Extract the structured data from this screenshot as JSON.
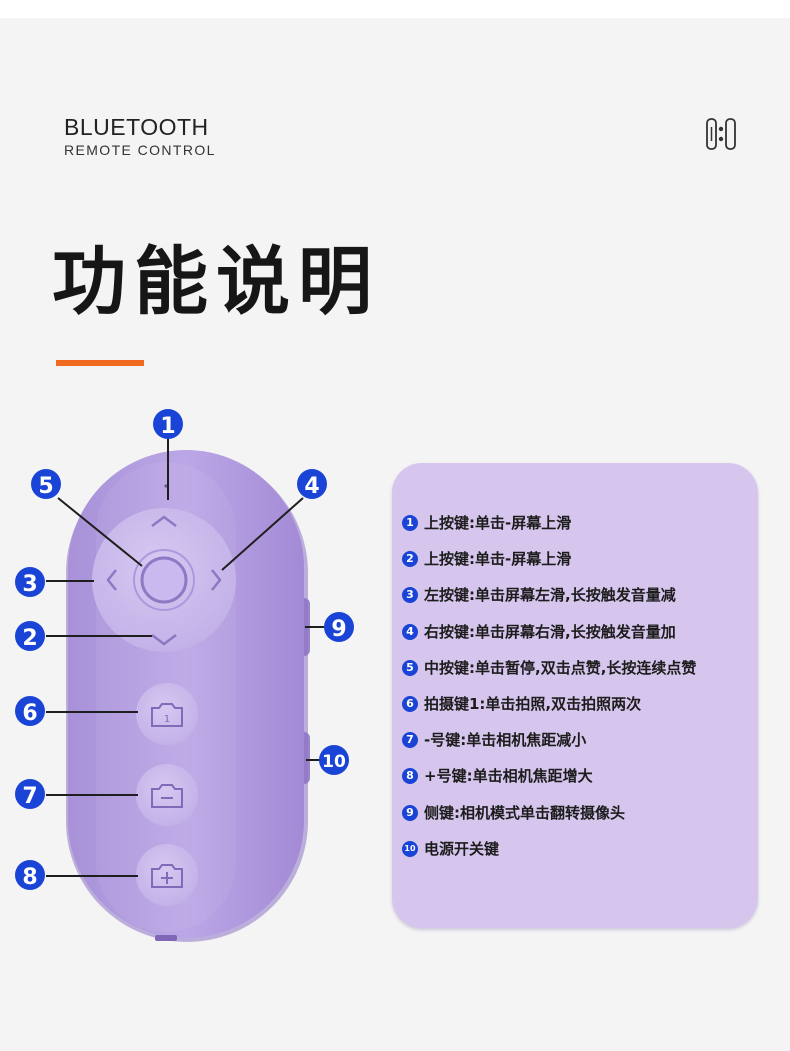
{
  "header": {
    "brand_line1": "BLUETOOTH",
    "brand_line2": "REMOTE CONTROL",
    "logo": "brand-logo-icon"
  },
  "title": "功能说明",
  "colors": {
    "accent": "#f06a1f",
    "remote_body": "#b9a4e3",
    "panel_bg": "#d6c6ed",
    "badge": "#1a44d6"
  },
  "callouts": [
    "1",
    "2",
    "3",
    "4",
    "5",
    "6",
    "7",
    "8",
    "9",
    "10"
  ],
  "features": [
    {
      "num": "1",
      "text": "上按键:单击-屏幕上滑"
    },
    {
      "num": "2",
      "text": "上按键:单击-屏幕上滑"
    },
    {
      "num": "3",
      "text": "左按键:单击屏幕左滑,长按触发音量减"
    },
    {
      "num": "4",
      "text": "右按键:单击屏幕右滑,长按触发音量加"
    },
    {
      "num": "5",
      "text": "中按键:单击暂停,双击点赞,长按连续点赞"
    },
    {
      "num": "6",
      "text": " 拍摄键1:单击拍照,双击拍照两次"
    },
    {
      "num": "7",
      "text": " -号键:单击相机焦距减小"
    },
    {
      "num": "8",
      "text": " +号键:单击相机焦距增大"
    },
    {
      "num": "9",
      "text": "侧键:相机模式单击翻转摄像头"
    },
    {
      "num": "10",
      "text": "电源开关键"
    }
  ],
  "remote_buttons": {
    "shutter_label": "1",
    "minus_icon": "minus-camera-icon",
    "plus_icon": "plus-camera-icon"
  }
}
